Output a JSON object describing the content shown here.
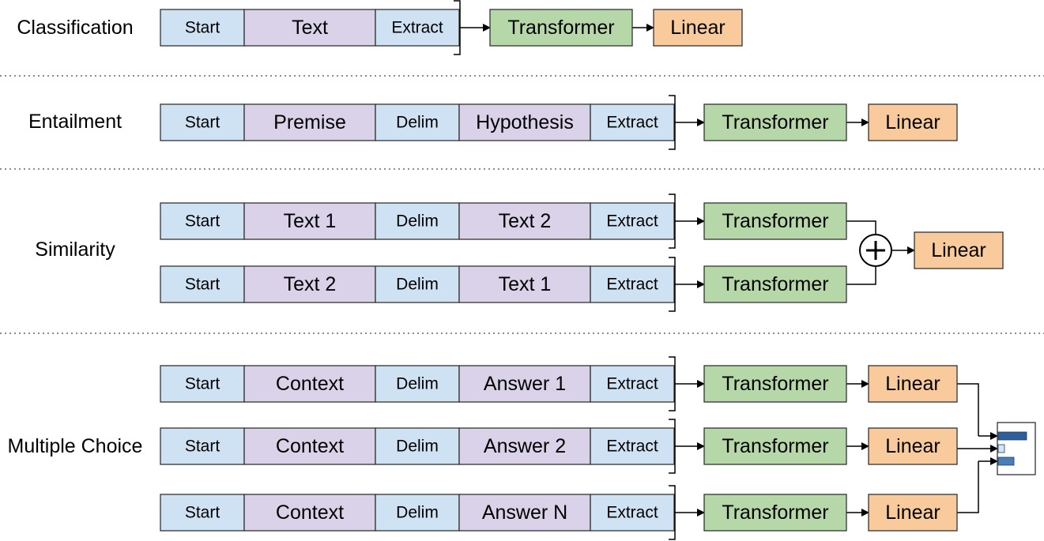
{
  "colors": {
    "token_blue": "#cfe2f3",
    "token_purple": "#d9d2e9",
    "transformer": "#b6d7a8",
    "linear": "#f9cb9c",
    "stroke": "#333333",
    "separator": "#666666",
    "bar": "#2f5f98",
    "bar_light": "#4a7ebb"
  },
  "tasks": [
    {
      "label": "Classification",
      "sequences": [
        [
          "Start",
          "Text",
          "Extract"
        ]
      ],
      "transformer": "Transformer",
      "linear": "Linear"
    },
    {
      "label": "Entailment",
      "sequences": [
        [
          "Start",
          "Premise",
          "Delim",
          "Hypothesis",
          "Extract"
        ]
      ],
      "transformer": "Transformer",
      "linear": "Linear"
    },
    {
      "label": "Similarity",
      "sequences": [
        [
          "Start",
          "Text 1",
          "Delim",
          "Text 2",
          "Extract"
        ],
        [
          "Start",
          "Text 2",
          "Delim",
          "Text 1",
          "Extract"
        ]
      ],
      "transformer": "Transformer",
      "linear": "Linear",
      "combine_icon": "plus-circle-icon"
    },
    {
      "label": "Multiple Choice",
      "sequences": [
        [
          "Start",
          "Context",
          "Delim",
          "Answer 1",
          "Extract"
        ],
        [
          "Start",
          "Context",
          "Delim",
          "Answer 2",
          "Extract"
        ],
        [
          "Start",
          "Context",
          "Delim",
          "Answer N",
          "Extract"
        ]
      ],
      "transformer": "Transformer",
      "linear": "Linear",
      "output_icon": "softmax-bars-icon"
    }
  ]
}
